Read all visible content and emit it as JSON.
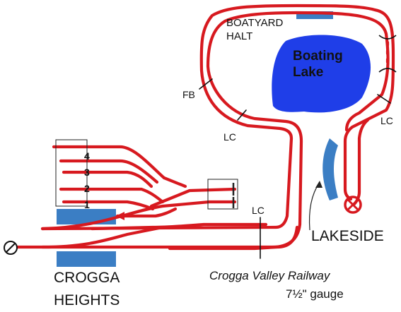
{
  "map": {
    "colors": {
      "track": "#d7191f",
      "water": "#1f3ee8",
      "platform": "#3b7ec4",
      "label": "#111111",
      "buffer": "#222222"
    },
    "labels": {
      "boatyard_halt_line1": "BOATYARD",
      "boatyard_halt_line2": "HALT",
      "boating_lake_line1": "Boating",
      "boating_lake_line2": "Lake",
      "fb": "FB",
      "lc_west": "LC",
      "lc_east": "LC",
      "lc_south": "LC",
      "lakeside": "LAKESIDE",
      "crogga_heights_line1": "CROGGA",
      "crogga_heights_line2": "HEIGHTS",
      "title": "Crogga Valley Railway",
      "gauge": "7½\" gauge"
    },
    "sidings": [
      "4",
      "3",
      "2",
      "1"
    ],
    "icons": {
      "turntable_west": "circle-slash-icon",
      "turntable_lakeside": "turntable-wheel-icon",
      "bridge": "bridge-icon"
    }
  }
}
